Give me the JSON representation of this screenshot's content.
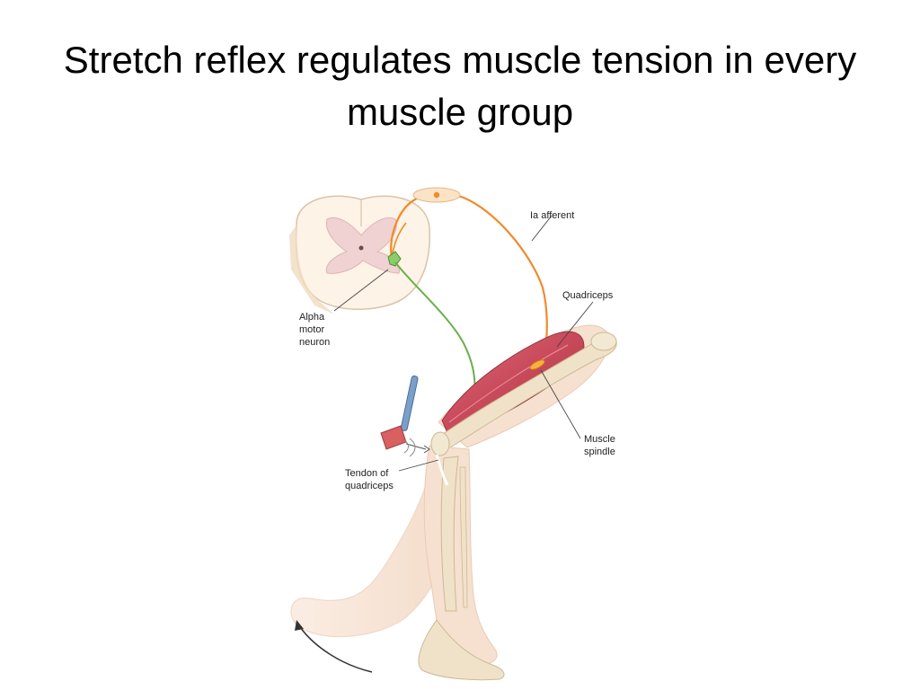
{
  "slide": {
    "title": "Stretch reflex regulates muscle tension in every muscle group"
  },
  "diagram": {
    "labels": {
      "ia_afferent": "Ia afferent",
      "quadriceps": "Quadriceps",
      "alpha_motor_neuron": [
        "Alpha",
        "motor",
        "neuron"
      ],
      "muscle_spindle": [
        "Muscle",
        "spindle"
      ],
      "tendon_of_quadriceps": [
        "Tendon of",
        "quadriceps"
      ]
    },
    "colors": {
      "afferent_nerve": "#f08a2c",
      "motor_nerve": "#6ab04c",
      "muscle": "#c84a5a",
      "bone": "#efe2c8",
      "skin": "#f7e3d3",
      "spinal_gray_matter": "#f0d2d2"
    },
    "icons": [
      "reflex-hammer-icon",
      "motion-arrow-icon"
    ]
  }
}
